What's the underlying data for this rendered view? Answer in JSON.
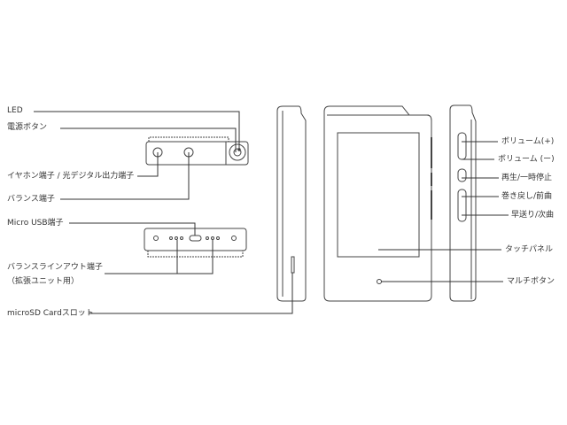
{
  "labels_left": {
    "led": "LED",
    "power": "電源ボタン",
    "earphone": "イヤホン端子 / 光デジタル出力端子",
    "balance": "バランス端子",
    "micro_usb": "Micro USB端子",
    "line_out_1": "バランスラインアウト端子",
    "line_out_2": "（拡張ユニット用）",
    "microsd": "microSD Cardスロット"
  },
  "labels_right": {
    "vol_up": "ボリューム(+)",
    "vol_down": "ボリューム (ー)",
    "play": "再生/一時停止",
    "prev": "巻き戻し/前曲",
    "next": "早送り/次曲",
    "touch": "タッチパネル",
    "multi": "マルチボタン"
  },
  "colors": {
    "line": "#333333",
    "device": "#555555"
  }
}
